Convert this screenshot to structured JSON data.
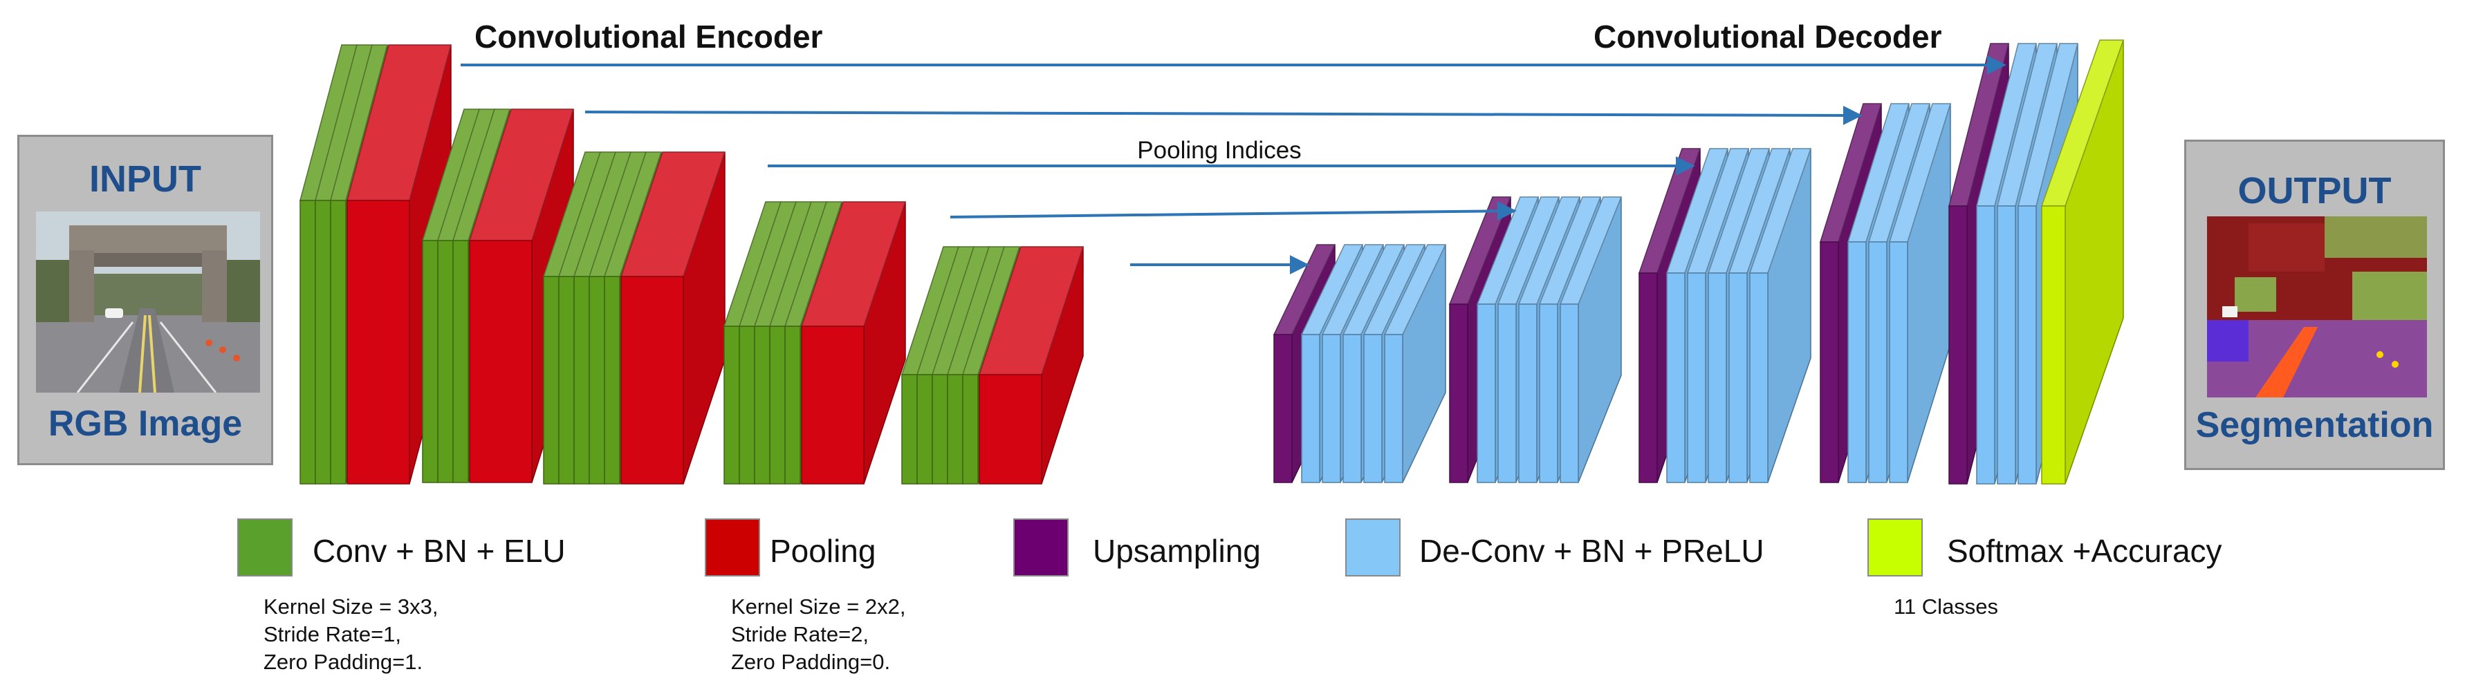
{
  "input": {
    "title": "INPUT",
    "caption": "RGB Image"
  },
  "output": {
    "title": "OUTPUT",
    "caption": "Segmentation"
  },
  "encoder": {
    "title": "Convolutional Encoder"
  },
  "decoder": {
    "title": "Convolutional Decoder"
  },
  "skip_label": "Pooling Indices",
  "colors": {
    "conv": "#5e9e1c",
    "pool": "#d40412",
    "upsampling": "#6e1270",
    "deconv": "#7fc2f7",
    "softmax": "#c8f000",
    "arrow": "#2e75b6",
    "io_box": "#bdbdbd",
    "io_text": "#1f4e8c"
  },
  "legend": [
    {
      "key": "conv",
      "label": "Conv + BN + ELU",
      "color": "#5aa02c",
      "notes": [
        "Kernel Size = 3x3,",
        "Stride Rate=1,",
        "Zero Padding=1."
      ]
    },
    {
      "key": "pool",
      "label": "Pooling",
      "color": "#cc0000",
      "notes": [
        "Kernel Size = 2x2,",
        "Stride Rate=2,",
        "Zero Padding=0."
      ]
    },
    {
      "key": "upsampling",
      "label": "Upsampling",
      "color": "#6c0070",
      "notes": []
    },
    {
      "key": "deconv",
      "label": "De-Conv + BN + PReLU",
      "color": "#85c8f8",
      "notes": []
    },
    {
      "key": "softmax",
      "label": "Softmax +Accuracy",
      "color": "#c8ff00",
      "notes": [
        "11 Classes"
      ]
    }
  ],
  "encoder_blocks": [
    {
      "conv": 3,
      "pool": 1
    },
    {
      "conv": 3,
      "pool": 1
    },
    {
      "conv": 5,
      "pool": 1
    },
    {
      "conv": 5,
      "pool": 1
    },
    {
      "conv": 5,
      "pool": 1
    }
  ],
  "decoder_blocks": [
    {
      "upsampling": 1,
      "deconv": 5
    },
    {
      "upsampling": 1,
      "deconv": 5
    },
    {
      "upsampling": 1,
      "deconv": 5
    },
    {
      "upsampling": 1,
      "deconv": 3
    },
    {
      "upsampling": 1,
      "deconv": 3,
      "softmax": 1
    }
  ]
}
